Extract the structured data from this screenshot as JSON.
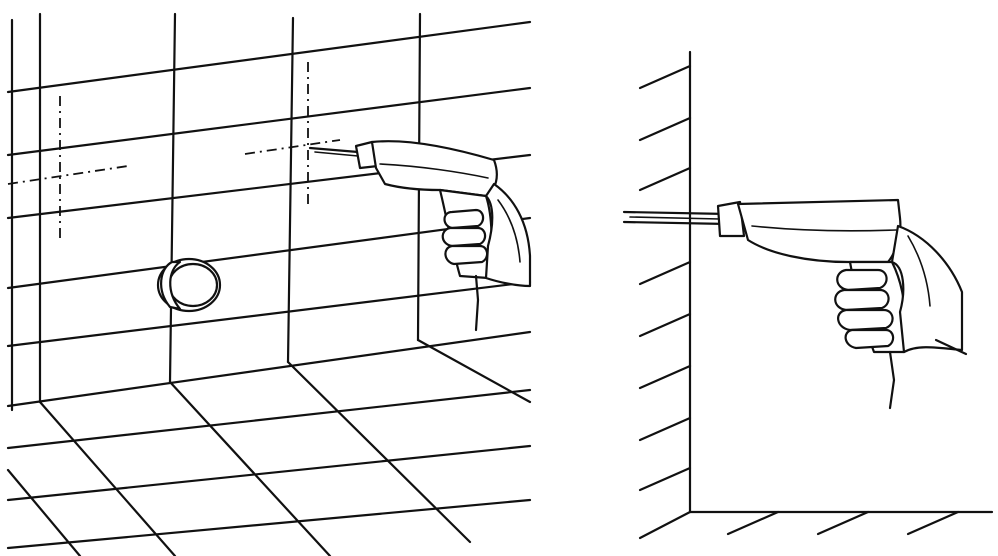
{
  "figure": {
    "panels": [
      {
        "id": "left",
        "subject": "tiled-wall-with-drill"
      },
      {
        "id": "right",
        "subject": "side-view-wall-with-drill"
      }
    ],
    "colors": {
      "ink": "#111111",
      "background": "#ffffff"
    }
  }
}
